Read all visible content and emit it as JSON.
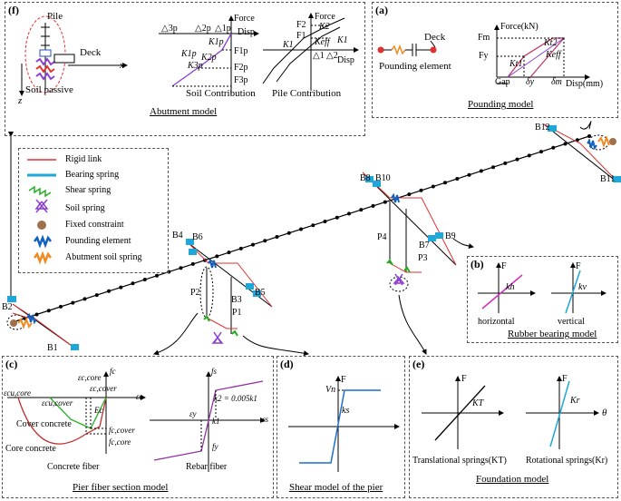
{
  "panel_f": {
    "tag": "(f)",
    "title": "Abutment model",
    "pile_label": "Pile",
    "deck_label": "Deck",
    "soil_passive_label": "Soil passive",
    "x_axis": "x",
    "z_axis": "z",
    "soil_force_label": "Force",
    "soil_disp_label": "Disp",
    "soil_deltas": [
      "△3p",
      "△2p",
      "△1p"
    ],
    "soil_k": [
      "K1p",
      "K1p",
      "K2p",
      "K3p"
    ],
    "soil_f": [
      "F1p",
      "F2p",
      "F3p"
    ],
    "soil_caption": "Soil Contribution",
    "pile_force_label": "Force",
    "pile_disp_label": "Disp",
    "pile_f": [
      "F2",
      "F1"
    ],
    "pile_k": [
      "K2",
      "K1",
      "Keff",
      "K1"
    ],
    "pile_deltas": [
      "△1",
      "△2"
    ],
    "pile_caption": "Pile Contribution"
  },
  "panel_a": {
    "tag": "(a)",
    "title": "Pounding model",
    "deck_label": "Deck",
    "element_label": "Pounding element",
    "y_label": "Force(kN)",
    "x_label": "Disp(mm)",
    "fm": "Fm",
    "fy": "Fy",
    "kt2": "Kt2",
    "keff": "Keff",
    "kt1": "Kt1",
    "gap": "Gap",
    "dy": "δy",
    "dm": "δm"
  },
  "legend": {
    "items": [
      {
        "label": "Rigid link",
        "color": "#e03030"
      },
      {
        "label": "Bearing spring",
        "color": "#1ea7d8"
      },
      {
        "label": "Shear spring",
        "color": "#22b022"
      },
      {
        "label": "Soil spring",
        "color": "#8a3fd0"
      },
      {
        "label": "Fixed constraint",
        "color": "#a0704a"
      },
      {
        "label": "Pounding element",
        "color": "#1060c0"
      },
      {
        "label": "Abutment soil spring",
        "color": "#f08a20"
      }
    ]
  },
  "bridge_labels": {
    "nodes": [
      "B1",
      "B2",
      "B3",
      "B4",
      "B5",
      "B6",
      "B7",
      "B8",
      "B9",
      "B10",
      "B11",
      "B12"
    ],
    "piers": [
      "P1",
      "P2",
      "P3",
      "P4"
    ]
  },
  "panel_b": {
    "tag": "(b)",
    "title": "Rubber bearing model",
    "f1": "F",
    "k1": "kh",
    "cap1": "horizontal",
    "f2": "F",
    "k2": "kv",
    "cap2": "vertical"
  },
  "panel_c": {
    "tag": "(c)",
    "title": "Pier fiber section model",
    "fc": "fc",
    "ec": "εc",
    "ecc_core": "εc,core",
    "ecc_cover": "εc,cover",
    "ecu_core": "εcu,core",
    "ecu_cover": "εcu,cover",
    "Ec": "Ec",
    "fc_cover": "fc,cover",
    "fc_core": "fc,core",
    "cover_concrete": "Cover concrete",
    "core_concrete": "Core concrete",
    "concrete_caption": "Concrete fiber",
    "fs": "fs",
    "es": "εs",
    "ey": "εy",
    "k2": "k2 = 0.005k1",
    "k1": "k1",
    "fy": "fy",
    "rebar_caption": "Rebar fiber"
  },
  "panel_d": {
    "tag": "(d)",
    "title": "Shear model of the pier",
    "F": "F",
    "Vn": "Vn",
    "ks": "ks"
  },
  "panel_e": {
    "tag": "(e)",
    "title": "Foundation model",
    "F1": "F",
    "KT": "KT",
    "F2": "F",
    "Kr": "Kr",
    "theta": "θ",
    "cap1": "Translational springs(KT)",
    "cap2": "Rotational springs(Kr)"
  }
}
